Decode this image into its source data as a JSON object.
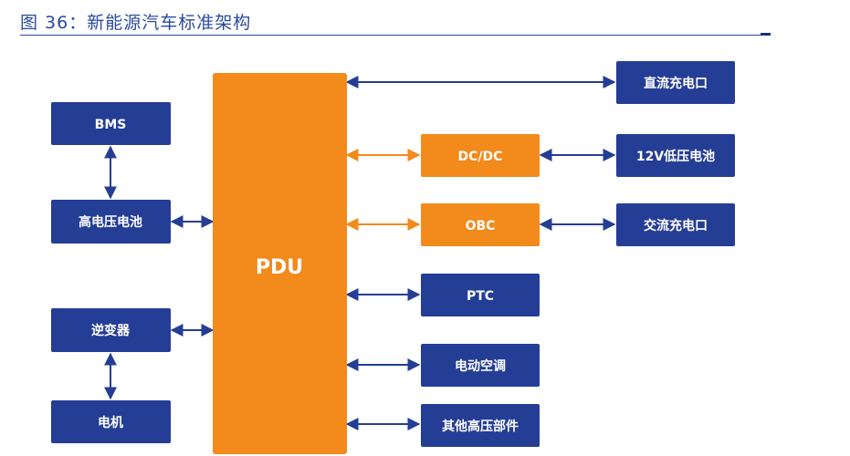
{
  "title": "图 36：新能源汽车标准架构",
  "colors": {
    "blue": "#243d95",
    "orange": "#f28a1c",
    "title": "#2a4aa0"
  },
  "nodes": {
    "pdu": "PDU",
    "bms": "BMS",
    "battery": "高电压电池",
    "inverter": "逆变器",
    "motor": "电机",
    "dcdc": "DC/DC",
    "obc": "OBC",
    "dc_charge": "直流充电口",
    "lv_battery": "12V低压电池",
    "ac_charge": "交流充电口",
    "ptc": "PTC",
    "ac": "电动空调",
    "other_hv": "其他高压部件"
  }
}
